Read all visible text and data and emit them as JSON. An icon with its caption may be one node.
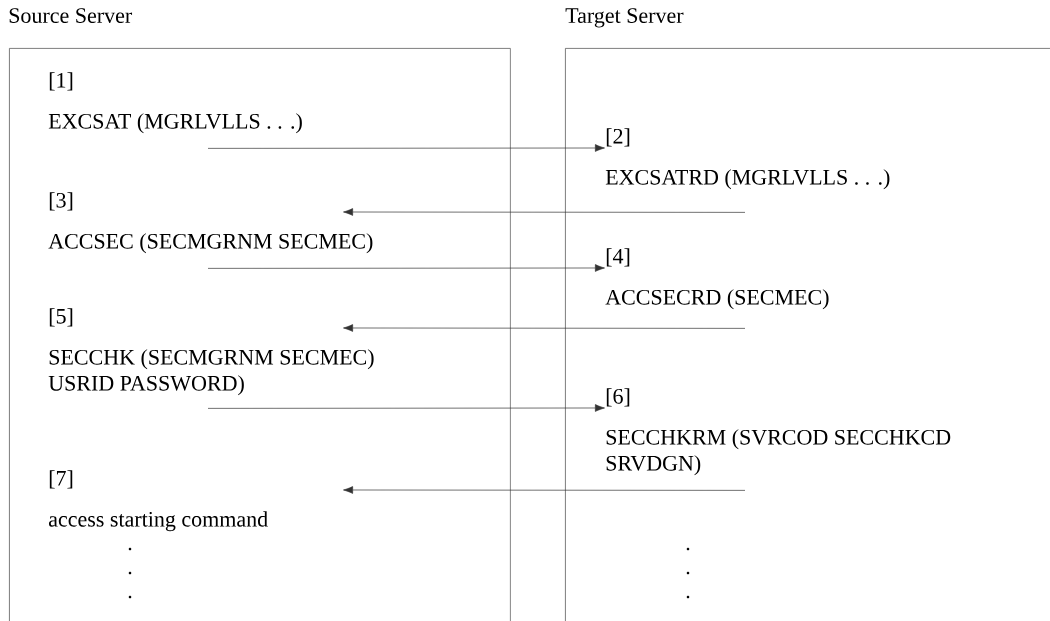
{
  "diagram": {
    "nodes": [
      {
        "text": [
          "Source Server"
        ]
      },
      {
        "text": [
          "Target Server"
        ]
      },
      {
        "text": [
          "[1]",
          "EXCSAT (MGRLVLLS . . .)"
        ],
        "in": 0
      },
      {
        "text": [
          "[2]",
          "EXCSATRD (MGRLVLLS . . .)"
        ],
        "in": 1
      },
      {
        "text": [
          "[3]",
          "ACCSEC (SECMGRNM SECMEC)"
        ],
        "in": 0
      },
      {
        "text": [
          "[4]",
          "ACCSECRD (SECMEC)"
        ],
        "in": 1
      },
      {
        "text": [
          "[5]",
          "SECCHK (SECMGRNM SECMEC) USRID PASSWORD)"
        ],
        "in": 0
      },
      {
        "text": [
          "[6]",
          "SECCHKRM (SVRCOD SECCHKCD SRVDGN)"
        ],
        "in": 1
      },
      {
        "text": [
          "[7]",
          "access starting command"
        ],
        "in": 0
      }
    ],
    "edges": [
      {
        "from": 2,
        "to": 3,
        "arrow": "to"
      },
      {
        "from": 3,
        "to": 4,
        "arrow": "to"
      },
      {
        "from": 4,
        "to": 5,
        "arrow": "to"
      },
      {
        "from": 5,
        "to": 6,
        "arrow": "to"
      },
      {
        "from": 6,
        "to": 7,
        "arrow": "to"
      },
      {
        "from": 7,
        "to": 8,
        "arrow": "to"
      }
    ]
  }
}
